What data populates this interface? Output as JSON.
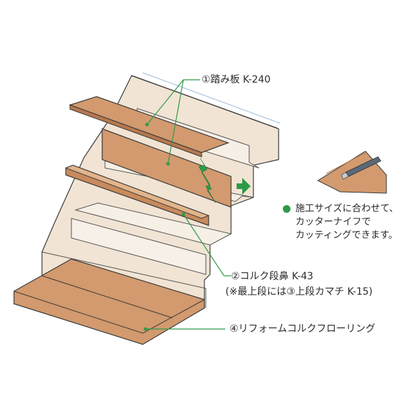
{
  "labels": {
    "tread": "①踏み板 K-240",
    "nosing": "②コルク段鼻 K-43",
    "nosing_note": "(※最上段には③上段カマチ K-15)",
    "flooring": "④リフォームコルクフローリング"
  },
  "note": {
    "lines": [
      "施工サイズに合わせて、",
      "カッターナイフで",
      "カッティングできます。"
    ]
  },
  "colors": {
    "cork": "#d29a6e",
    "cork_light": "#e2b48a",
    "cork_dark": "#b5784e",
    "wall": "#f1e4d4",
    "leader": "#2e9a48",
    "outline": "#3a3a3a"
  },
  "icons": {
    "arrow": "green-arrow-right-icon",
    "lightning": "green-lightning-icon",
    "knife": "cutter-knife-icon",
    "bullet": "green-dot-icon"
  }
}
